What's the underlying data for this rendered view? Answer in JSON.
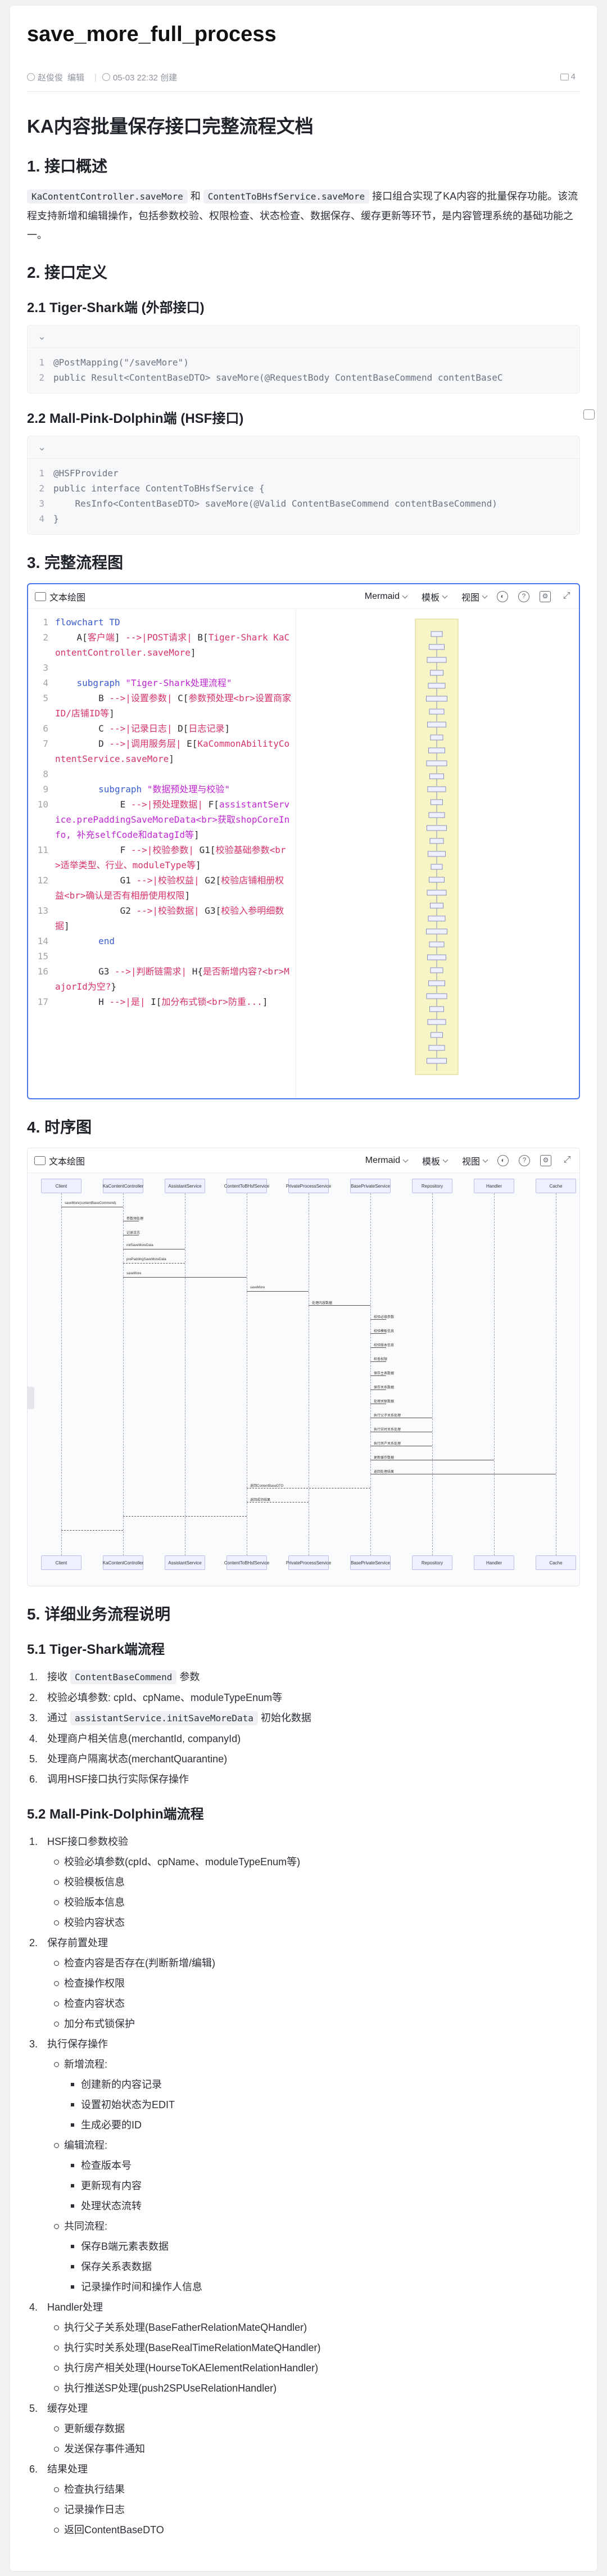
{
  "header": {
    "title": "save_more_full_process",
    "author": "赵俊俊",
    "edit_label": "编辑",
    "created": "05-03 22:32 创建",
    "comment_count": "4"
  },
  "doc": {
    "h1": "KA内容批量保存接口完整流程文档",
    "s1": {
      "title": "1. 接口概述",
      "code_a": "KaContentController.saveMore",
      "and": "和",
      "code_b": "ContentToBHsfService.saveMore",
      "text": "接口组合实现了KA内容的批量保存功能。该流程支持新增和编辑操作，包括参数校验、权限检查、状态检查、数据保存、缓存更新等环节，是内容管理系统的基础功能之一。"
    },
    "s2": {
      "title": "2. 接口定义",
      "s21": {
        "title": "2.1 Tiger-Shark端 (外部接口)",
        "lines": [
          "@PostMapping(\"/saveMore\")",
          "public Result<ContentBaseDTO> saveMore(@RequestBody ContentBaseCommend contentBaseC"
        ]
      },
      "s22": {
        "title": "2.2 Mall-Pink-Dolphin端 (HSF接口)",
        "lines": [
          "@HSFProvider",
          "public interface ContentToBHsfService {",
          "    ResInfo<ContentBaseDTO> saveMore(@Valid ContentBaseCommend contentBaseCommend)",
          "}"
        ]
      }
    },
    "s3": {
      "title": "3. 完整流程图",
      "toolbar": {
        "label": "文本绘图",
        "dd1": "Mermaid",
        "dd2": "模板",
        "dd3": "视图"
      },
      "lines": [
        {
          "n": "1",
          "html": "<span class='kw'>flowchart TD</span>"
        },
        {
          "n": "2",
          "html": "    A[<span class='br'>客户端</span>] <span class='br'>--&gt;|POST请求|</span> B[<span class='br'>Tiger-Shark KaContentController.saveMore</span>]"
        },
        {
          "n": "3",
          "html": ""
        },
        {
          "n": "4",
          "html": "    <span class='kw'>subgraph</span> <span class='pu'>\"Tiger-Shark处理流程\"</span>"
        },
        {
          "n": "5",
          "html": "        B <span class='br'>--&gt;|设置参数|</span> C[<span class='br'>参数预处理&lt;br&gt;设置商家ID/店铺ID等</span>]"
        },
        {
          "n": "6",
          "html": "        C <span class='br'>--&gt;|记录日志|</span> D[<span class='br'>日志记录</span>]"
        },
        {
          "n": "7",
          "html": "        D <span class='br'>--&gt;|调用服务层|</span> E[<span class='br'>KaCommonAbilityContentService.saveMore</span>]"
        },
        {
          "n": "8",
          "html": ""
        },
        {
          "n": "9",
          "html": "        <span class='kw'>subgraph</span> <span class='pu'>\"数据预处理与校验\"</span>"
        },
        {
          "n": "10",
          "html": "            E <span class='br'>--&gt;|预处理数据|</span> F[<span class='pu'>assistantService.prePaddingSaveMoreData&lt;br&gt;获取shopCoreInfo, 补充selfCode和datagId等</span>]"
        },
        {
          "n": "11",
          "html": "            F <span class='br'>--&gt;|校验参数|</span> G1[<span class='br'>校验基础参数&lt;br&gt;适举类型、行业、moduleType等</span>]"
        },
        {
          "n": "12",
          "html": "            G1 <span class='br'>--&gt;|校验权益|</span> G2[<span class='br'>校验店铺相册权益&lt;br&gt;确认是否有相册使用权限</span>]"
        },
        {
          "n": "13",
          "html": "            G2 <span class='br'>--&gt;|校验数据|</span> G3[<span class='br'>校验入参明细数据</span>]"
        },
        {
          "n": "14",
          "html": "        <span class='kw'>end</span>"
        },
        {
          "n": "15",
          "html": ""
        },
        {
          "n": "16",
          "html": "        G3 <span class='br'>--&gt;|判断链需求|</span> H{<span class='br'>是否新增内容?&lt;br&gt;MajorId为空?</span>}"
        },
        {
          "n": "17",
          "html": "        H <span class='br'>--&gt;|是|</span> I[<span class='br'>加分布式锁&lt;br&gt;防重...</span>]"
        }
      ]
    },
    "s4": {
      "title": "4. 时序图",
      "toolbar": {
        "label": "文本绘图",
        "dd1": "Mermaid",
        "dd2": "模板",
        "dd3": "视图"
      },
      "actors": [
        "Client",
        "KaContentController",
        "AssistantService",
        "ContentToBHsfService",
        "PrivateProcessService",
        "BasePrivateService",
        "Repository",
        "Handler",
        "Cache"
      ],
      "messages": [
        "saveMore(contentBaseCommend)",
        "参数预处理",
        "记录日志",
        "initSaveMoreData",
        "prePaddingSaveMoreData",
        "saveMore",
        "saveMore",
        "处理内容数据",
        "校验必填参数",
        "校验模板信息",
        "校验版本信息",
        "检查权限",
        "保存主表数据",
        "保存关系数据",
        "处理关联数据",
        "执行父子关系处理",
        "执行实时关系处理",
        "执行房产关系处理",
        "更新缓存数据",
        "返回处理结果",
        "返回ContentBaseDTO",
        "返回成功结果"
      ]
    },
    "s5": {
      "title": "5. 详细业务流程说明",
      "s51": {
        "title": "5.1 Tiger-Shark端流程",
        "items": [
          {
            "num": "1.",
            "pre": "接收",
            "code": "ContentBaseCommend",
            "post": "参数"
          },
          {
            "num": "2.",
            "pre": "校验必填参数: cpId、cpName、moduleTypeEnum等",
            "code": "",
            "post": ""
          },
          {
            "num": "3.",
            "pre": "通过",
            "code": "assistantService.initSaveMoreData",
            "post": "初始化数据"
          },
          {
            "num": "4.",
            "pre": "处理商户相关信息(merchantId, companyId)",
            "code": "",
            "post": ""
          },
          {
            "num": "5.",
            "pre": "处理商户隔离状态(merchantQuarantine)",
            "code": "",
            "post": ""
          },
          {
            "num": "6.",
            "pre": "调用HSF接口执行实际保存操作",
            "code": "",
            "post": ""
          }
        ]
      },
      "s52": {
        "title": "5.2 Mall-Pink-Dolphin端流程",
        "items": [
          {
            "num": "1.",
            "text": "HSF接口参数校验",
            "subs": [
              {
                "text": "校验必填参数(cpId、cpName、moduleTypeEnum等)",
                "subs": []
              },
              {
                "text": "校验模板信息",
                "subs": []
              },
              {
                "text": "校验版本信息",
                "subs": []
              },
              {
                "text": "校验内容状态",
                "subs": []
              }
            ]
          },
          {
            "num": "2.",
            "text": "保存前置处理",
            "subs": [
              {
                "text": "检查内容是否存在(判断新增/编辑)",
                "subs": []
              },
              {
                "text": "检查操作权限",
                "subs": []
              },
              {
                "text": "检查内容状态",
                "subs": []
              },
              {
                "text": "加分布式锁保护",
                "subs": []
              }
            ]
          },
          {
            "num": "3.",
            "text": "执行保存操作",
            "subs": [
              {
                "text": "新增流程:",
                "subs": [
                  "创建新的内容记录",
                  "设置初始状态为EDIT",
                  "生成必要的ID"
                ]
              },
              {
                "text": "编辑流程:",
                "subs": [
                  "检查版本号",
                  "更新现有内容",
                  "处理状态流转"
                ]
              },
              {
                "text": "共同流程:",
                "subs": [
                  "保存B端元素表数据",
                  "保存关系表数据",
                  "记录操作时间和操作人信息"
                ]
              }
            ]
          },
          {
            "num": "4.",
            "text": "Handler处理",
            "subs": [
              {
                "text": "执行父子关系处理(BaseFatherRelationMateQHandler)",
                "subs": []
              },
              {
                "text": "执行实时关系处理(BaseRealTimeRelationMateQHandler)",
                "subs": []
              },
              {
                "text": "执行房产相关处理(HourseToKAElementRelationHandler)",
                "subs": []
              },
              {
                "text": "执行推送SP处理(push2SPUseRelationHandler)",
                "subs": []
              }
            ]
          },
          {
            "num": "5.",
            "text": "缓存处理",
            "subs": [
              {
                "text": "更新缓存数据",
                "subs": []
              },
              {
                "text": "发送保存事件通知",
                "subs": []
              }
            ]
          },
          {
            "num": "6.",
            "text": "结果处理",
            "subs": [
              {
                "text": "检查执行结果",
                "subs": []
              },
              {
                "text": "记录操作日志",
                "subs": []
              },
              {
                "text": "返回ContentBaseDTO",
                "subs": []
              }
            ]
          }
        ]
      }
    }
  }
}
